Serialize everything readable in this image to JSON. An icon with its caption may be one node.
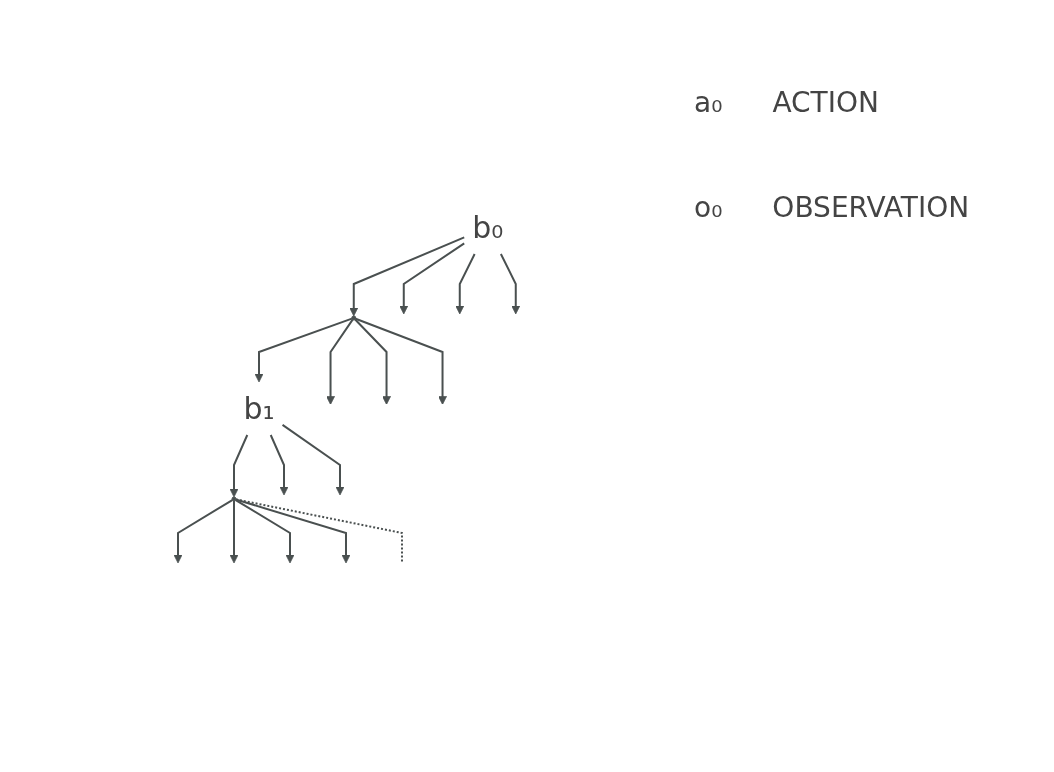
{
  "diagram": {
    "nodes": [
      {
        "text": [
          "b₀"
        ]
      },
      {
        "text": [],
        "shape": "circle"
      },
      {
        "text": [
          "b₁"
        ]
      },
      {
        "text": [],
        "shape": "circle"
      }
    ],
    "edges": [
      {
        "from": 0,
        "to": null,
        "arrow": "to"
      },
      {
        "from": 0,
        "to": null,
        "arrow": "to"
      },
      {
        "from": 0,
        "to": null,
        "arrow": "to"
      },
      {
        "from": 0,
        "to": 1,
        "arrow": "to"
      },
      {
        "from": 1,
        "to": 2,
        "arrow": "to"
      },
      {
        "from": 1,
        "to": null,
        "arrow": "to"
      },
      {
        "from": 1,
        "to": null,
        "arrow": "to"
      },
      {
        "from": 1,
        "to": null,
        "arrow": "to"
      },
      {
        "from": 2,
        "to": 3,
        "arrow": "to"
      },
      {
        "from": 2,
        "to": null,
        "arrow": "to"
      },
      {
        "from": 2,
        "to": null,
        "arrow": "to"
      },
      {
        "from": 3,
        "to": null,
        "arrow": "to"
      },
      {
        "from": 3,
        "to": null,
        "arrow": "to"
      },
      {
        "from": 3,
        "to": null,
        "arrow": "to"
      },
      {
        "from": 3,
        "to": null,
        "arrow": "to"
      },
      {
        "from": 3,
        "to": null,
        "arrow": "none",
        "style": "dashed"
      }
    ],
    "labels": [
      "a₀",
      "ACTION",
      "o₀",
      "OBSERVATION"
    ]
  }
}
